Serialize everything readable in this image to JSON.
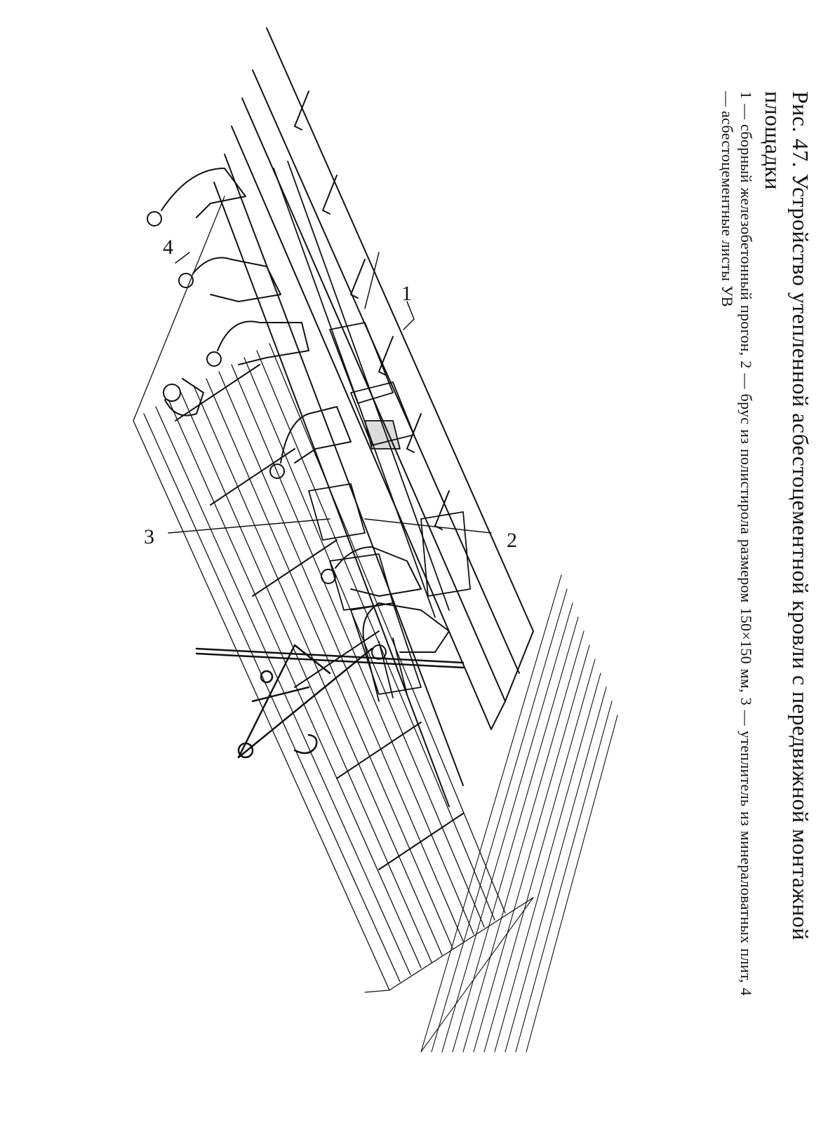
{
  "figure": {
    "callouts": [
      {
        "id": "1",
        "label": "1"
      },
      {
        "id": "2",
        "label": "2"
      },
      {
        "id": "3",
        "label": "3"
      },
      {
        "id": "4",
        "label": "4"
      }
    ]
  },
  "caption": {
    "title": "Рис. 47. Устройство утепленной асбестоцементной кровли с передвижной монтажной площадки",
    "legend": "1 — сборный железобетонный прогон, 2 — брус из полистирола размером 150×150 мм, 3 — утеплитель из минераловатных плит, 4 — асбестоцементные листы УВ"
  }
}
